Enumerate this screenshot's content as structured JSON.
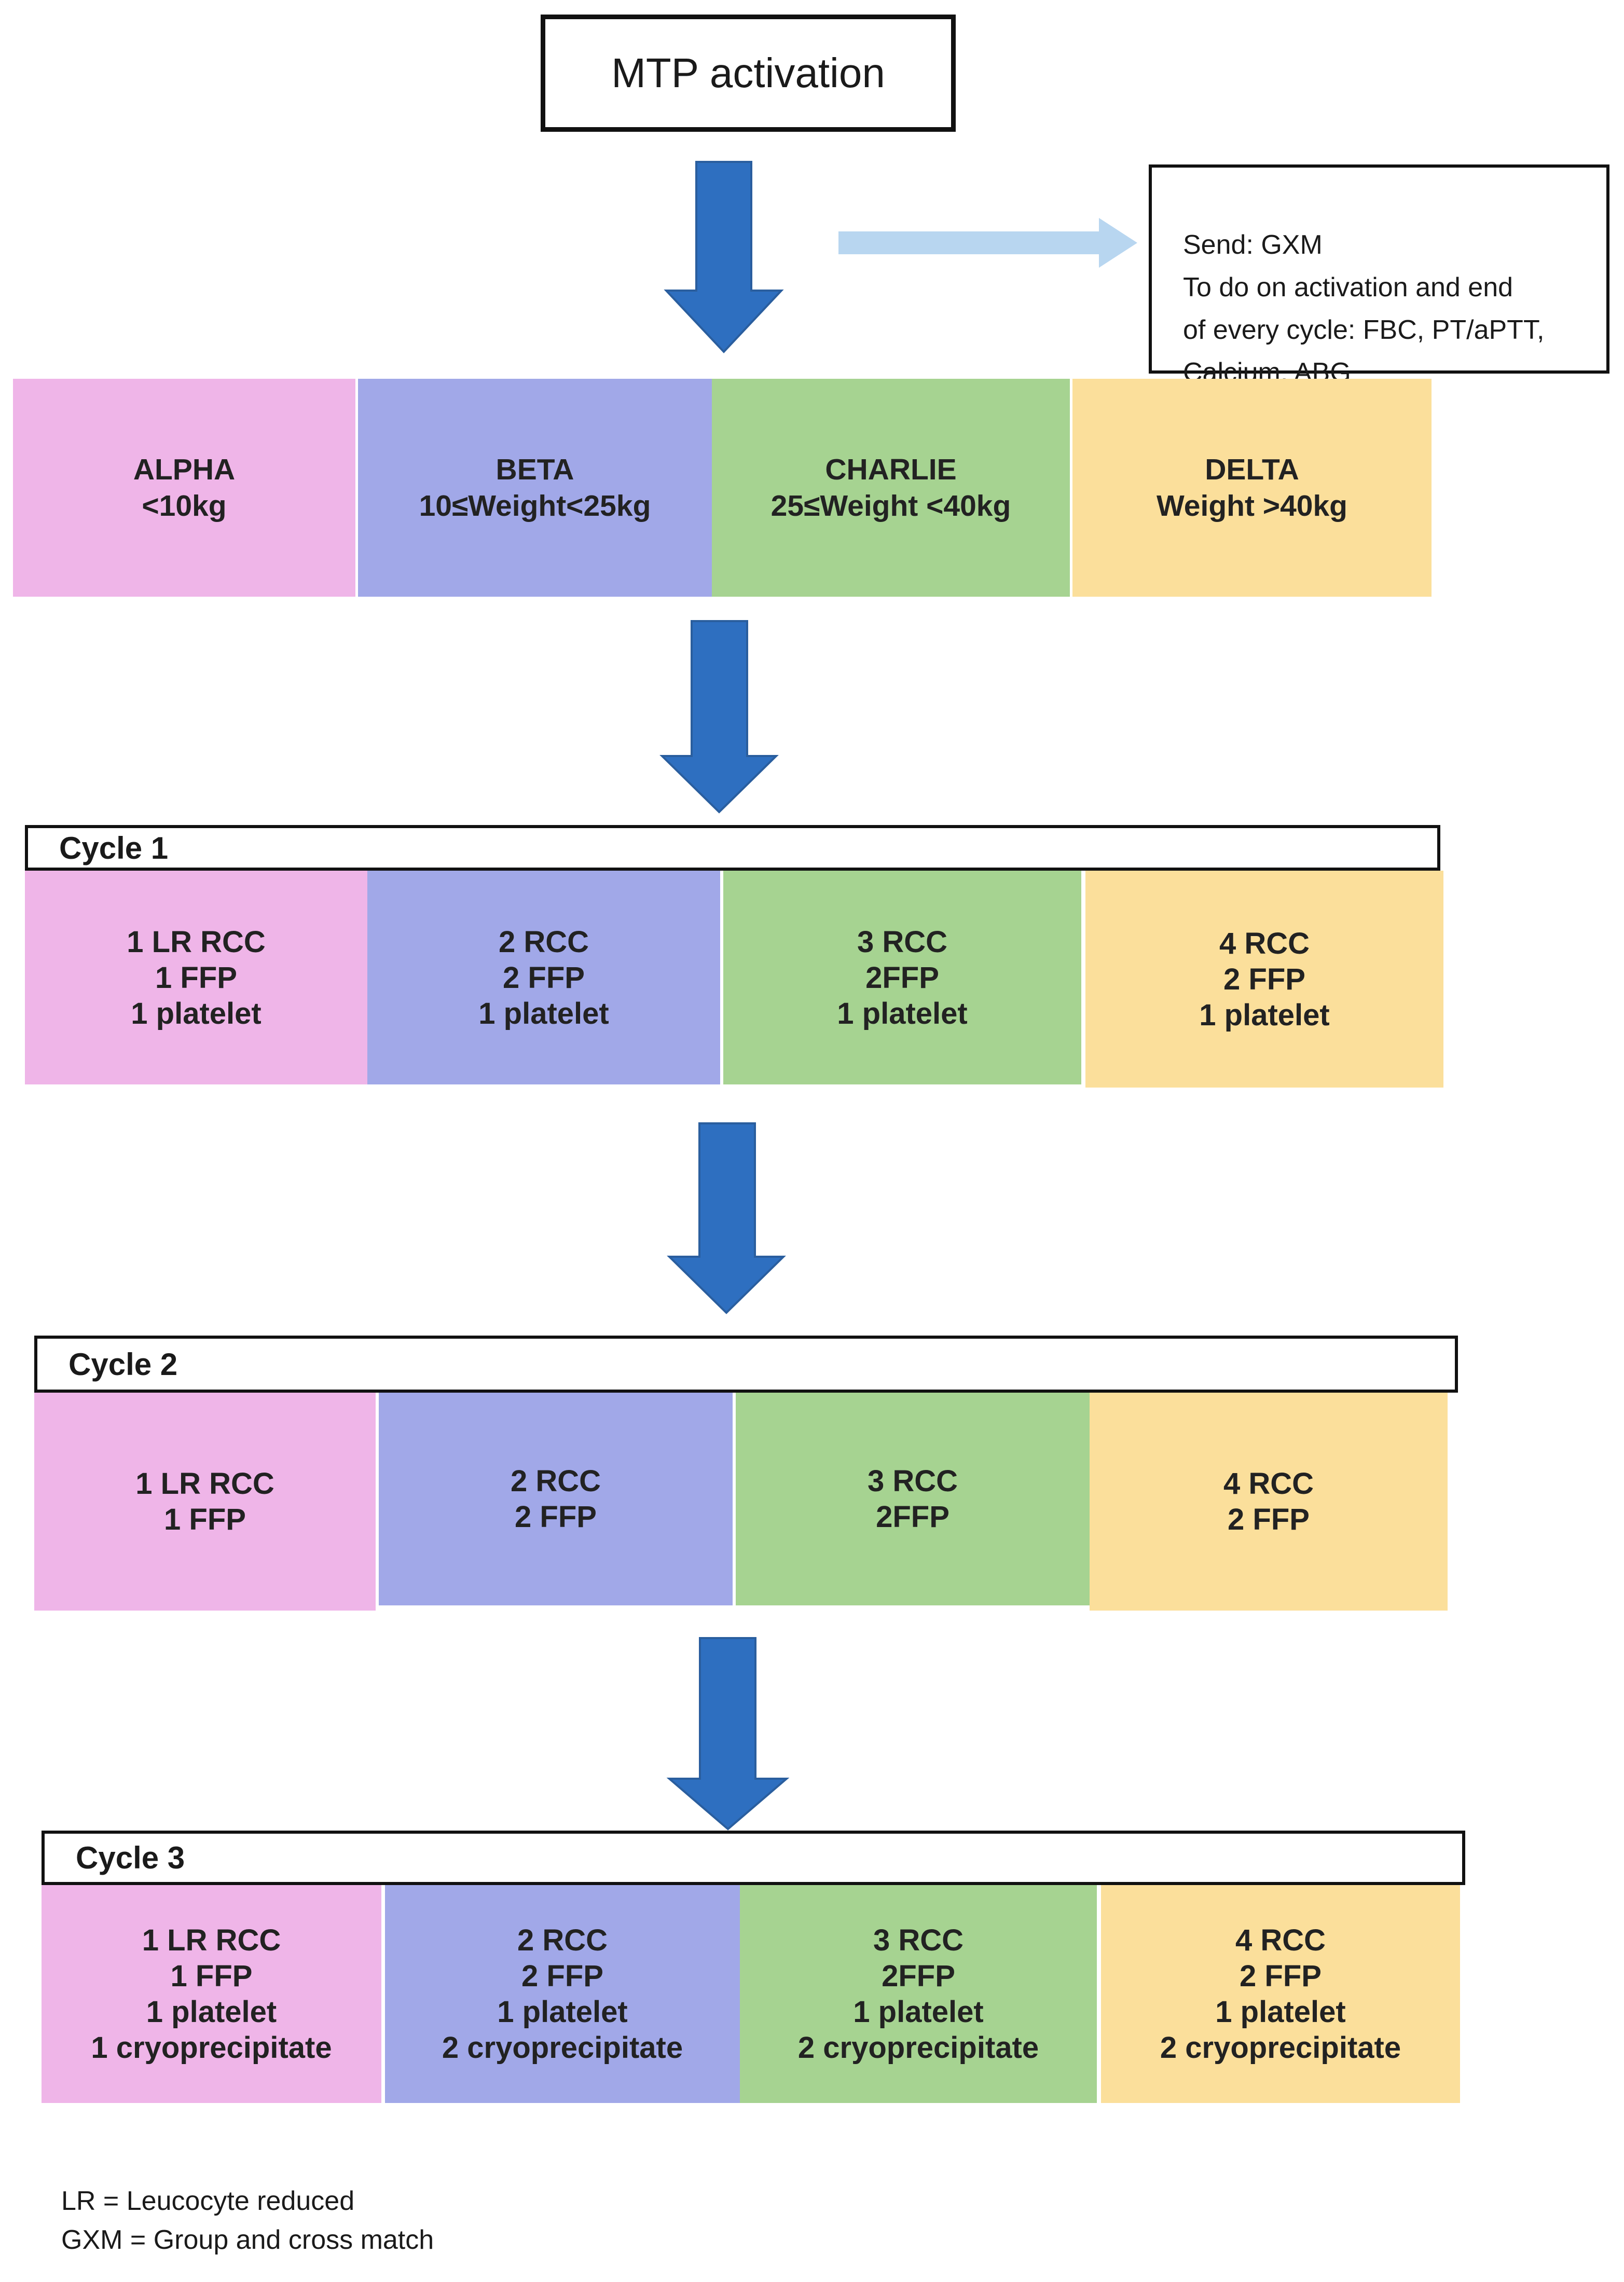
{
  "title": "MTP activation",
  "info_box": {
    "lines": [
      "Send: GXM",
      "To do on activation and end",
      "of every cycle: FBC, PT/aPTT,",
      "Calcium, ABG"
    ]
  },
  "categories": [
    {
      "name": "ALPHA",
      "range": "<10kg"
    },
    {
      "name": "BETA",
      "range": "10≤Weight<25kg"
    },
    {
      "name": "CHARLIE",
      "range": "25≤Weight <40kg"
    },
    {
      "name": "DELTA",
      "range": "Weight >40kg"
    }
  ],
  "cycles": [
    {
      "label": "Cycle 1",
      "cells": [
        [
          "1 LR RCC",
          "1 FFP",
          "1 platelet"
        ],
        [
          "2 RCC",
          "2 FFP",
          "1 platelet"
        ],
        [
          "3 RCC",
          "2FFP",
          "1 platelet"
        ],
        [
          "4 RCC",
          "2 FFP",
          "1 platelet"
        ]
      ]
    },
    {
      "label": "Cycle 2",
      "cells": [
        [
          "1 LR RCC",
          "1 FFP"
        ],
        [
          "2 RCC",
          "2 FFP"
        ],
        [
          "3 RCC",
          "2FFP"
        ],
        [
          "4 RCC",
          "2 FFP"
        ]
      ]
    },
    {
      "label": "Cycle 3",
      "cells": [
        [
          "1 LR RCC",
          "1 FFP",
          "1 platelet",
          "1 cryoprecipitate"
        ],
        [
          "2 RCC",
          "2 FFP",
          "1 platelet",
          "2 cryoprecipitate"
        ],
        [
          "3 RCC",
          "2FFP",
          "1 platelet",
          "2 cryoprecipitate"
        ],
        [
          "4 RCC",
          "2 FFP",
          "1 platelet",
          "2 cryoprecipitate"
        ]
      ]
    }
  ],
  "legend": [
    "LR = Leucocyte reduced",
    "GXM = Group and cross match"
  ],
  "colors": {
    "alpha": "#efb5e8",
    "beta": "#a1a8e8",
    "charlie": "#a6d391",
    "delta": "#fbdf9b",
    "down_arrow": "#2e6fc0",
    "side_arrow": "#b8d6f0"
  }
}
